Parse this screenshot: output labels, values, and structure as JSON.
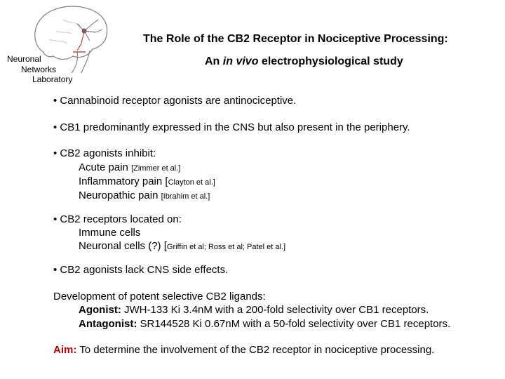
{
  "lab": {
    "line1": "Neuronal",
    "line2": "Networks",
    "line3": "Laboratory"
  },
  "title": {
    "line1": "The Role of the CB2 Receptor in Nociceptive Processing:",
    "line2_pre": "An ",
    "line2_italic": "in vivo",
    "line2_post": " electrophysiological study"
  },
  "bullets": {
    "b1": "• Cannabinoid receptor agonists are antinociceptive.",
    "b2": "• CB1 predominantly expressed in the CNS but also present in the periphery.",
    "b3": {
      "head": "• CB2 agonists inhibit:",
      "acute": "Acute pain ",
      "acute_ref": "[Zimmer et al.]",
      "inflam": "Inflammatory pain [",
      "inflam_ref": "Clayton et al.]",
      "neuro": "Neuropathic pain ",
      "neuro_ref": "[Ibrahim et al.]"
    },
    "b4": {
      "head": "• CB2 receptors located on:",
      "immune": "Immune cells",
      "neuronal": "Neuronal cells (?) [",
      "neuronal_ref": "Griffin et al; Ross et al; Patel et al.]"
    },
    "b5": "• CB2 agonists lack CNS side effects."
  },
  "dev": {
    "head": "Development of potent selective CB2 ligands:",
    "agonist_label": "Agonist:",
    "agonist_text": " JWH-133 Ki 3.4nM with a 200-fold selectivity over CB1 receptors.",
    "antagonist_label": "Antagonist:",
    "antagonist_text": " SR144528 Ki 0.67nM with a 50-fold selectivity over CB1 receptors."
  },
  "aim": {
    "label": "Aim:",
    "text": " To determine the involvement of the CB2 receptor in nociceptive processing."
  },
  "colors": {
    "aim_label": "#c00000",
    "logo_accent": "#cc2222"
  }
}
